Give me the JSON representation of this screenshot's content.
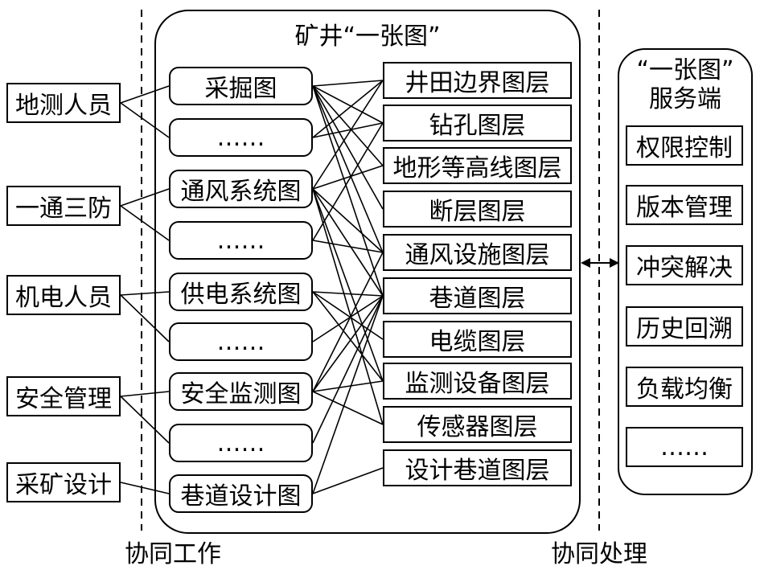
{
  "center_title": "矿井“一张图”",
  "service_title": {
    "line1": "“一张图”",
    "line2": "服务端"
  },
  "roles": [
    "地测人员",
    "一通三防",
    "机电人员",
    "安全管理",
    "采矿设计"
  ],
  "maps": [
    "采掘图",
    "……",
    "通风系统图",
    "……",
    "供电系统图",
    "……",
    "安全监测图",
    "……",
    "巷道设计图"
  ],
  "layers": [
    "井田边界图层",
    "钻孔图层",
    "地形等高线图层",
    "断层图层",
    "通风设施图层",
    "巷道图层",
    "电缆图层",
    "监测设备图层",
    "传感器图层",
    "设计巷道图层"
  ],
  "services": [
    "权限控制",
    "版本管理",
    "冲突解决",
    "历史回溯",
    "负载均衡",
    "……"
  ],
  "footer": {
    "left": "协同工作",
    "right": "协同处理"
  },
  "connections": {
    "role_to_map": [
      [
        0,
        0
      ],
      [
        0,
        1
      ],
      [
        1,
        2
      ],
      [
        1,
        3
      ],
      [
        2,
        4
      ],
      [
        2,
        5
      ],
      [
        3,
        6
      ],
      [
        3,
        7
      ],
      [
        4,
        8
      ]
    ],
    "map_to_layer": [
      [
        0,
        0
      ],
      [
        0,
        1
      ],
      [
        0,
        2
      ],
      [
        0,
        3
      ],
      [
        0,
        4
      ],
      [
        0,
        5
      ],
      [
        1,
        0
      ],
      [
        1,
        1
      ],
      [
        2,
        0
      ],
      [
        2,
        2
      ],
      [
        2,
        4
      ],
      [
        2,
        5
      ],
      [
        2,
        7
      ],
      [
        2,
        8
      ],
      [
        3,
        1
      ],
      [
        3,
        4
      ],
      [
        4,
        5
      ],
      [
        4,
        6
      ],
      [
        4,
        7
      ],
      [
        5,
        5
      ],
      [
        6,
        4
      ],
      [
        6,
        5
      ],
      [
        6,
        7
      ],
      [
        6,
        8
      ],
      [
        7,
        5
      ],
      [
        8,
        5
      ],
      [
        8,
        9
      ]
    ]
  }
}
